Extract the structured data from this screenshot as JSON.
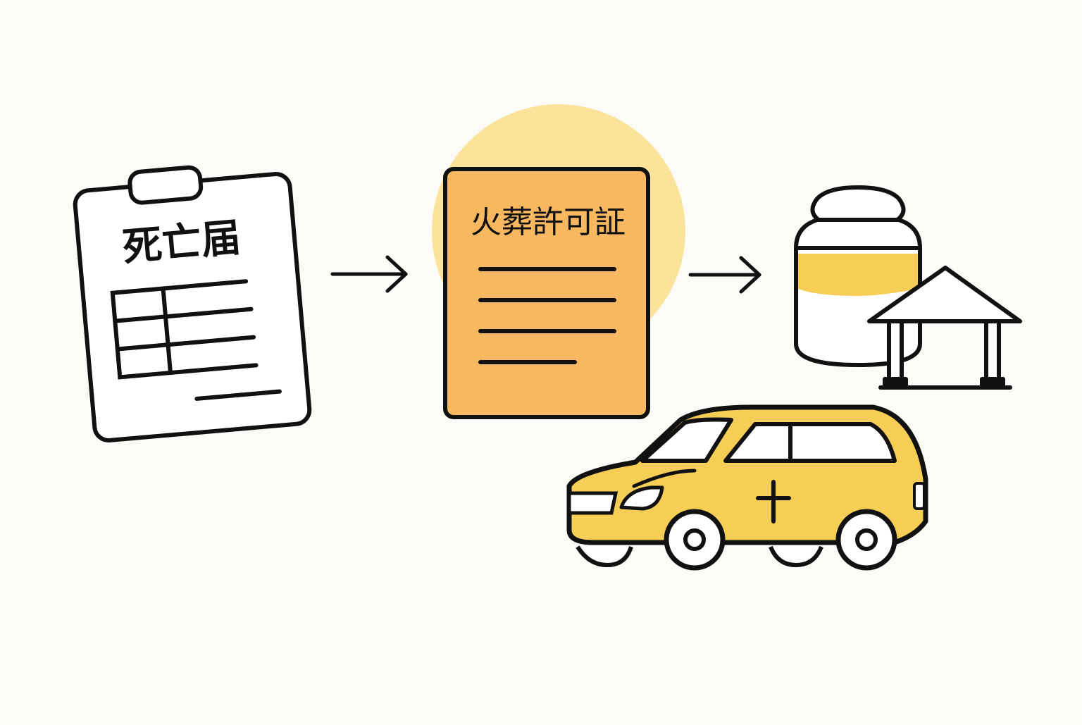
{
  "colors": {
    "background": "#fcfbf7",
    "ink": "#111111",
    "paper": "#ffffff",
    "permit_orange": "#f7b860",
    "halo_yellow": "#fbe39a",
    "accent_yellow": "#f6cd55"
  },
  "steps": [
    {
      "id": "death-notice",
      "title": "死亡届",
      "icon": "clipboard-form-icon"
    },
    {
      "id": "cremation-permit",
      "title": "火葬許可証",
      "icon": "document-icon"
    },
    {
      "id": "burial",
      "title": "",
      "icon": "urn-and-shrine-icon"
    }
  ],
  "vehicle": {
    "icon": "hearse-car-icon",
    "emblem": "cross-icon"
  },
  "flow_arrows": [
    {
      "from": "death-notice",
      "to": "cremation-permit"
    },
    {
      "from": "cremation-permit",
      "to": "burial"
    }
  ]
}
